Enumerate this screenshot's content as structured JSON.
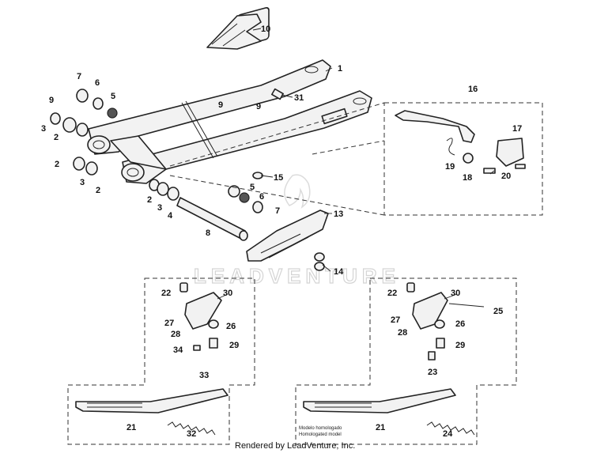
{
  "watermark": "LEADVENTURE",
  "footer": "Rendered by LeadVenture, Inc.",
  "model_note_line1": "Modelo homologado",
  "model_note_line2": "Homologated model",
  "callouts": {
    "c1": "1",
    "c2a": "2",
    "c2b": "2",
    "c2c": "2",
    "c2d": "2",
    "c3a": "3",
    "c3b": "3",
    "c3c": "3",
    "c4": "4",
    "c5a": "5",
    "c5b": "5",
    "c6a": "6",
    "c6b": "6",
    "c7a": "7",
    "c7b": "7",
    "c8": "8",
    "c9a": "9",
    "c9b": "9",
    "c9c": "9",
    "c10": "10",
    "c13": "13",
    "c14": "14",
    "c15": "15",
    "c16": "16",
    "c17": "17",
    "c18": "18",
    "c19": "19",
    "c20": "20",
    "c31": "31",
    "l22": "22",
    "l30": "30",
    "l27": "27",
    "l28": "28",
    "l26": "26",
    "l34": "34",
    "l29": "29",
    "l33": "33",
    "l21": "21",
    "l32": "32",
    "r22": "22",
    "r30": "30",
    "r25": "25",
    "r27": "27",
    "r28": "28",
    "r26": "26",
    "r29": "29",
    "r23": "23",
    "r21": "21",
    "r24": "24"
  }
}
